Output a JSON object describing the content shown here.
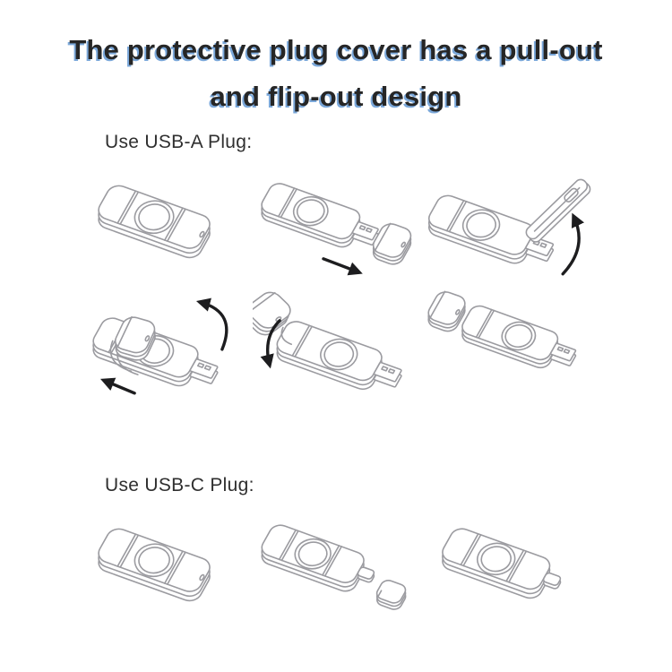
{
  "page": {
    "background_color": "#ffffff"
  },
  "title": {
    "line1": "The protective plug cover has a pull-out",
    "line2": "and flip-out design",
    "text_color": "#262626",
    "shadow_color": "#7ba8da"
  },
  "sections": {
    "usb_a": {
      "label": "Use USB-A Plug:",
      "steps": [
        "device-closed-icon",
        "cover-pulled-out-icon",
        "cover-flipped-up-icon",
        "cover-folded-on-top-icon",
        "cover-flipping-back-icon",
        "cover-folded-flat-icon"
      ]
    },
    "usb_c": {
      "label": "Use USB-C Plug:",
      "steps": [
        "device-closed-icon",
        "cap-removed-icon",
        "usb-c-exposed-icon"
      ]
    }
  },
  "artwork": {
    "line_color": "#9b9ba0",
    "arrow_color": "#1d1d1f"
  }
}
